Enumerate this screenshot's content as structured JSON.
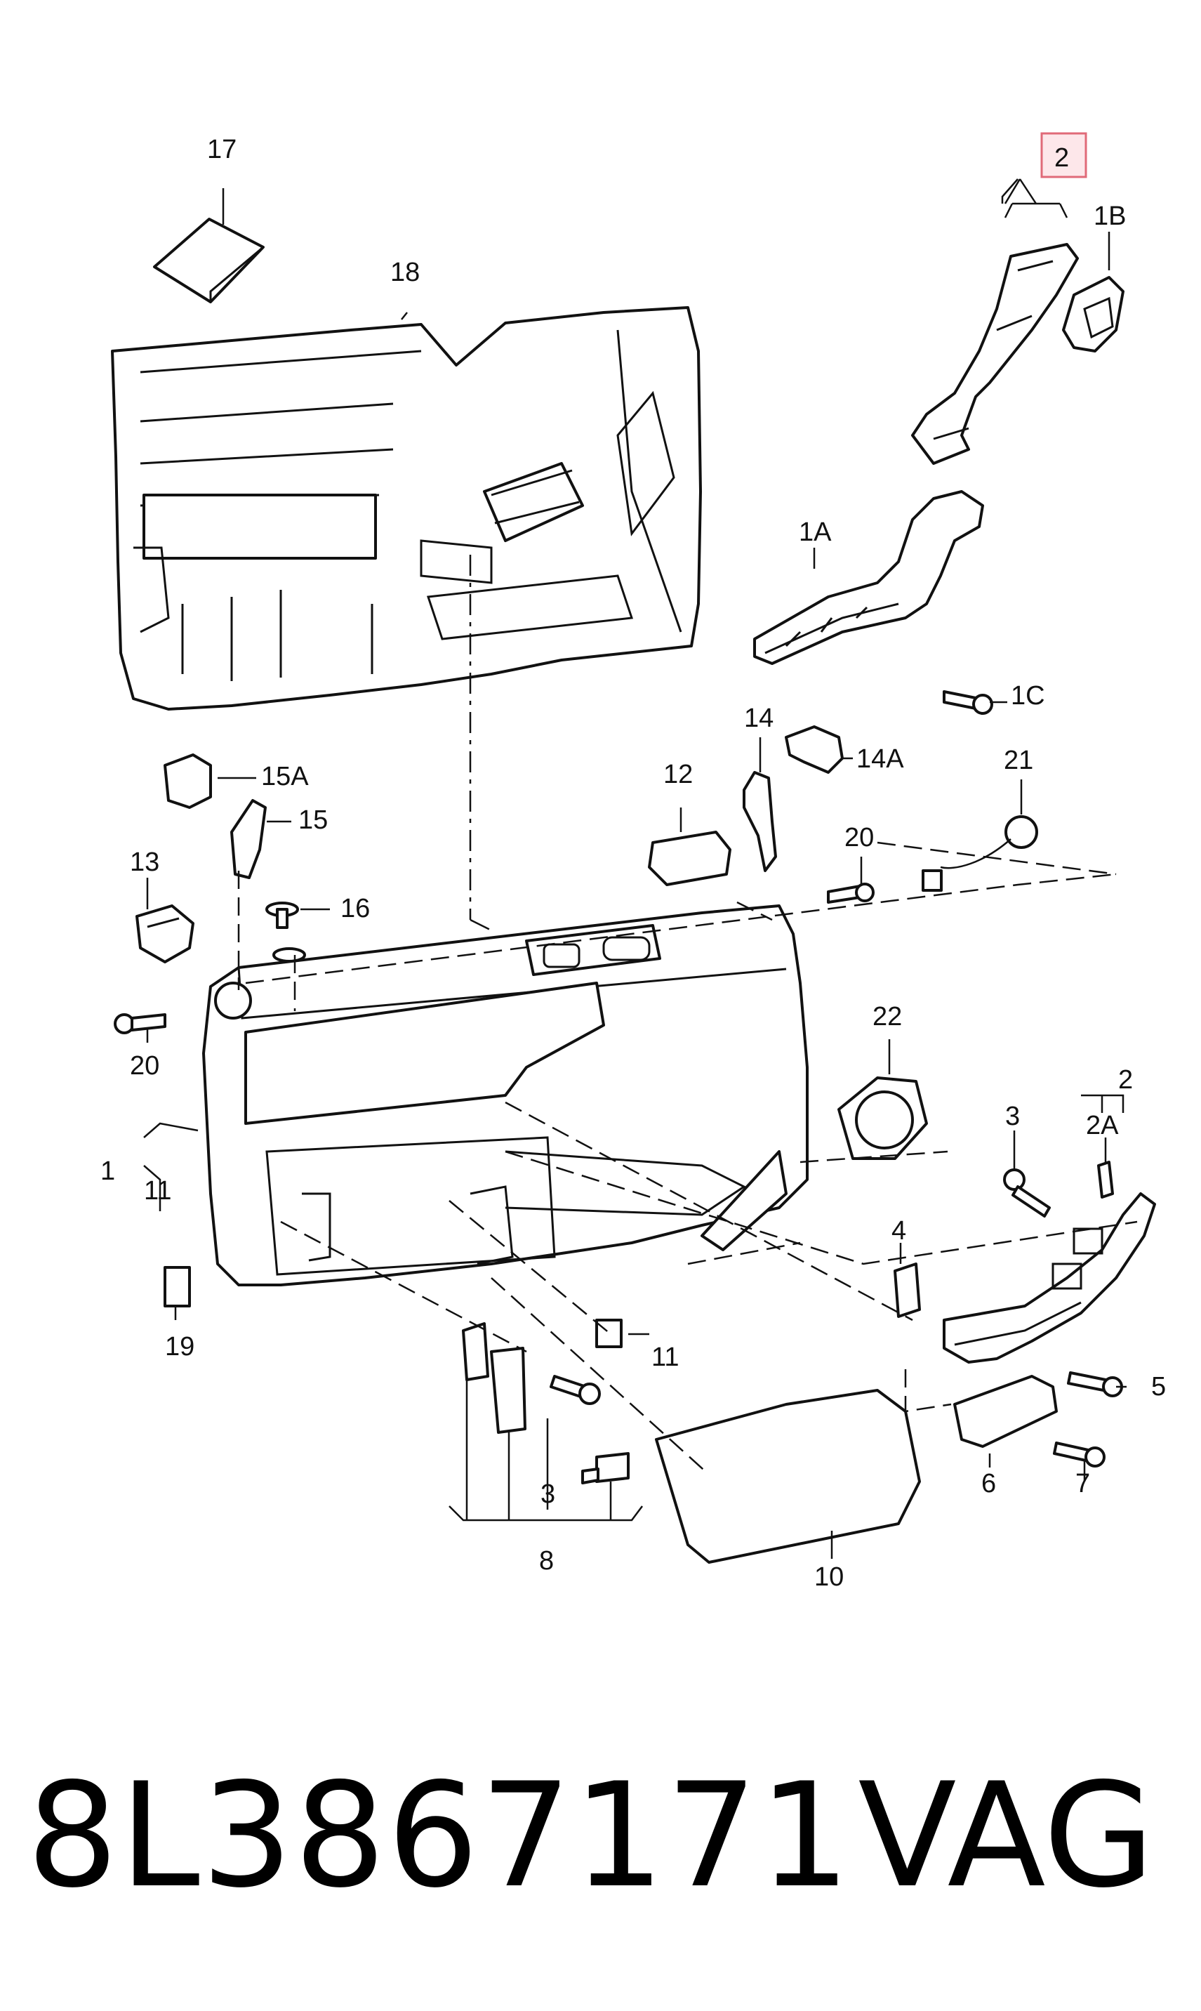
{
  "callouts": [
    {
      "key": "17",
      "text": "17"
    },
    {
      "key": "18",
      "text": "18"
    },
    {
      "key": "2-top",
      "text": "2"
    },
    {
      "key": "1B",
      "text": "1B"
    },
    {
      "key": "1A",
      "text": "1A"
    },
    {
      "key": "1C",
      "text": "1C"
    },
    {
      "key": "15A",
      "text": "15A"
    },
    {
      "key": "15",
      "text": "15"
    },
    {
      "key": "13",
      "text": "13"
    },
    {
      "key": "16",
      "text": "16"
    },
    {
      "key": "12",
      "text": "12"
    },
    {
      "key": "14",
      "text": "14"
    },
    {
      "key": "14A",
      "text": "14A"
    },
    {
      "key": "21",
      "text": "21"
    },
    {
      "key": "20-right",
      "text": "20"
    },
    {
      "key": "20-left",
      "text": "20"
    },
    {
      "key": "22",
      "text": "22"
    },
    {
      "key": "2-right",
      "text": "2"
    },
    {
      "key": "2A",
      "text": "2A"
    },
    {
      "key": "3-right",
      "text": "3"
    },
    {
      "key": "1",
      "text": "1"
    },
    {
      "key": "11-left",
      "text": "11"
    },
    {
      "key": "4",
      "text": "4"
    },
    {
      "key": "19",
      "text": "19"
    },
    {
      "key": "11-mid",
      "text": "11"
    },
    {
      "key": "5",
      "text": "5"
    },
    {
      "key": "3-bottom",
      "text": "3"
    },
    {
      "key": "6",
      "text": "6"
    },
    {
      "key": "7",
      "text": "7"
    },
    {
      "key": "8",
      "text": "8"
    },
    {
      "key": "10",
      "text": "10"
    }
  ],
  "highlight": {
    "callout": "2-top",
    "color": "#e06a78"
  },
  "footer": {
    "part_number": "8L3867171",
    "brand": "VAG"
  }
}
